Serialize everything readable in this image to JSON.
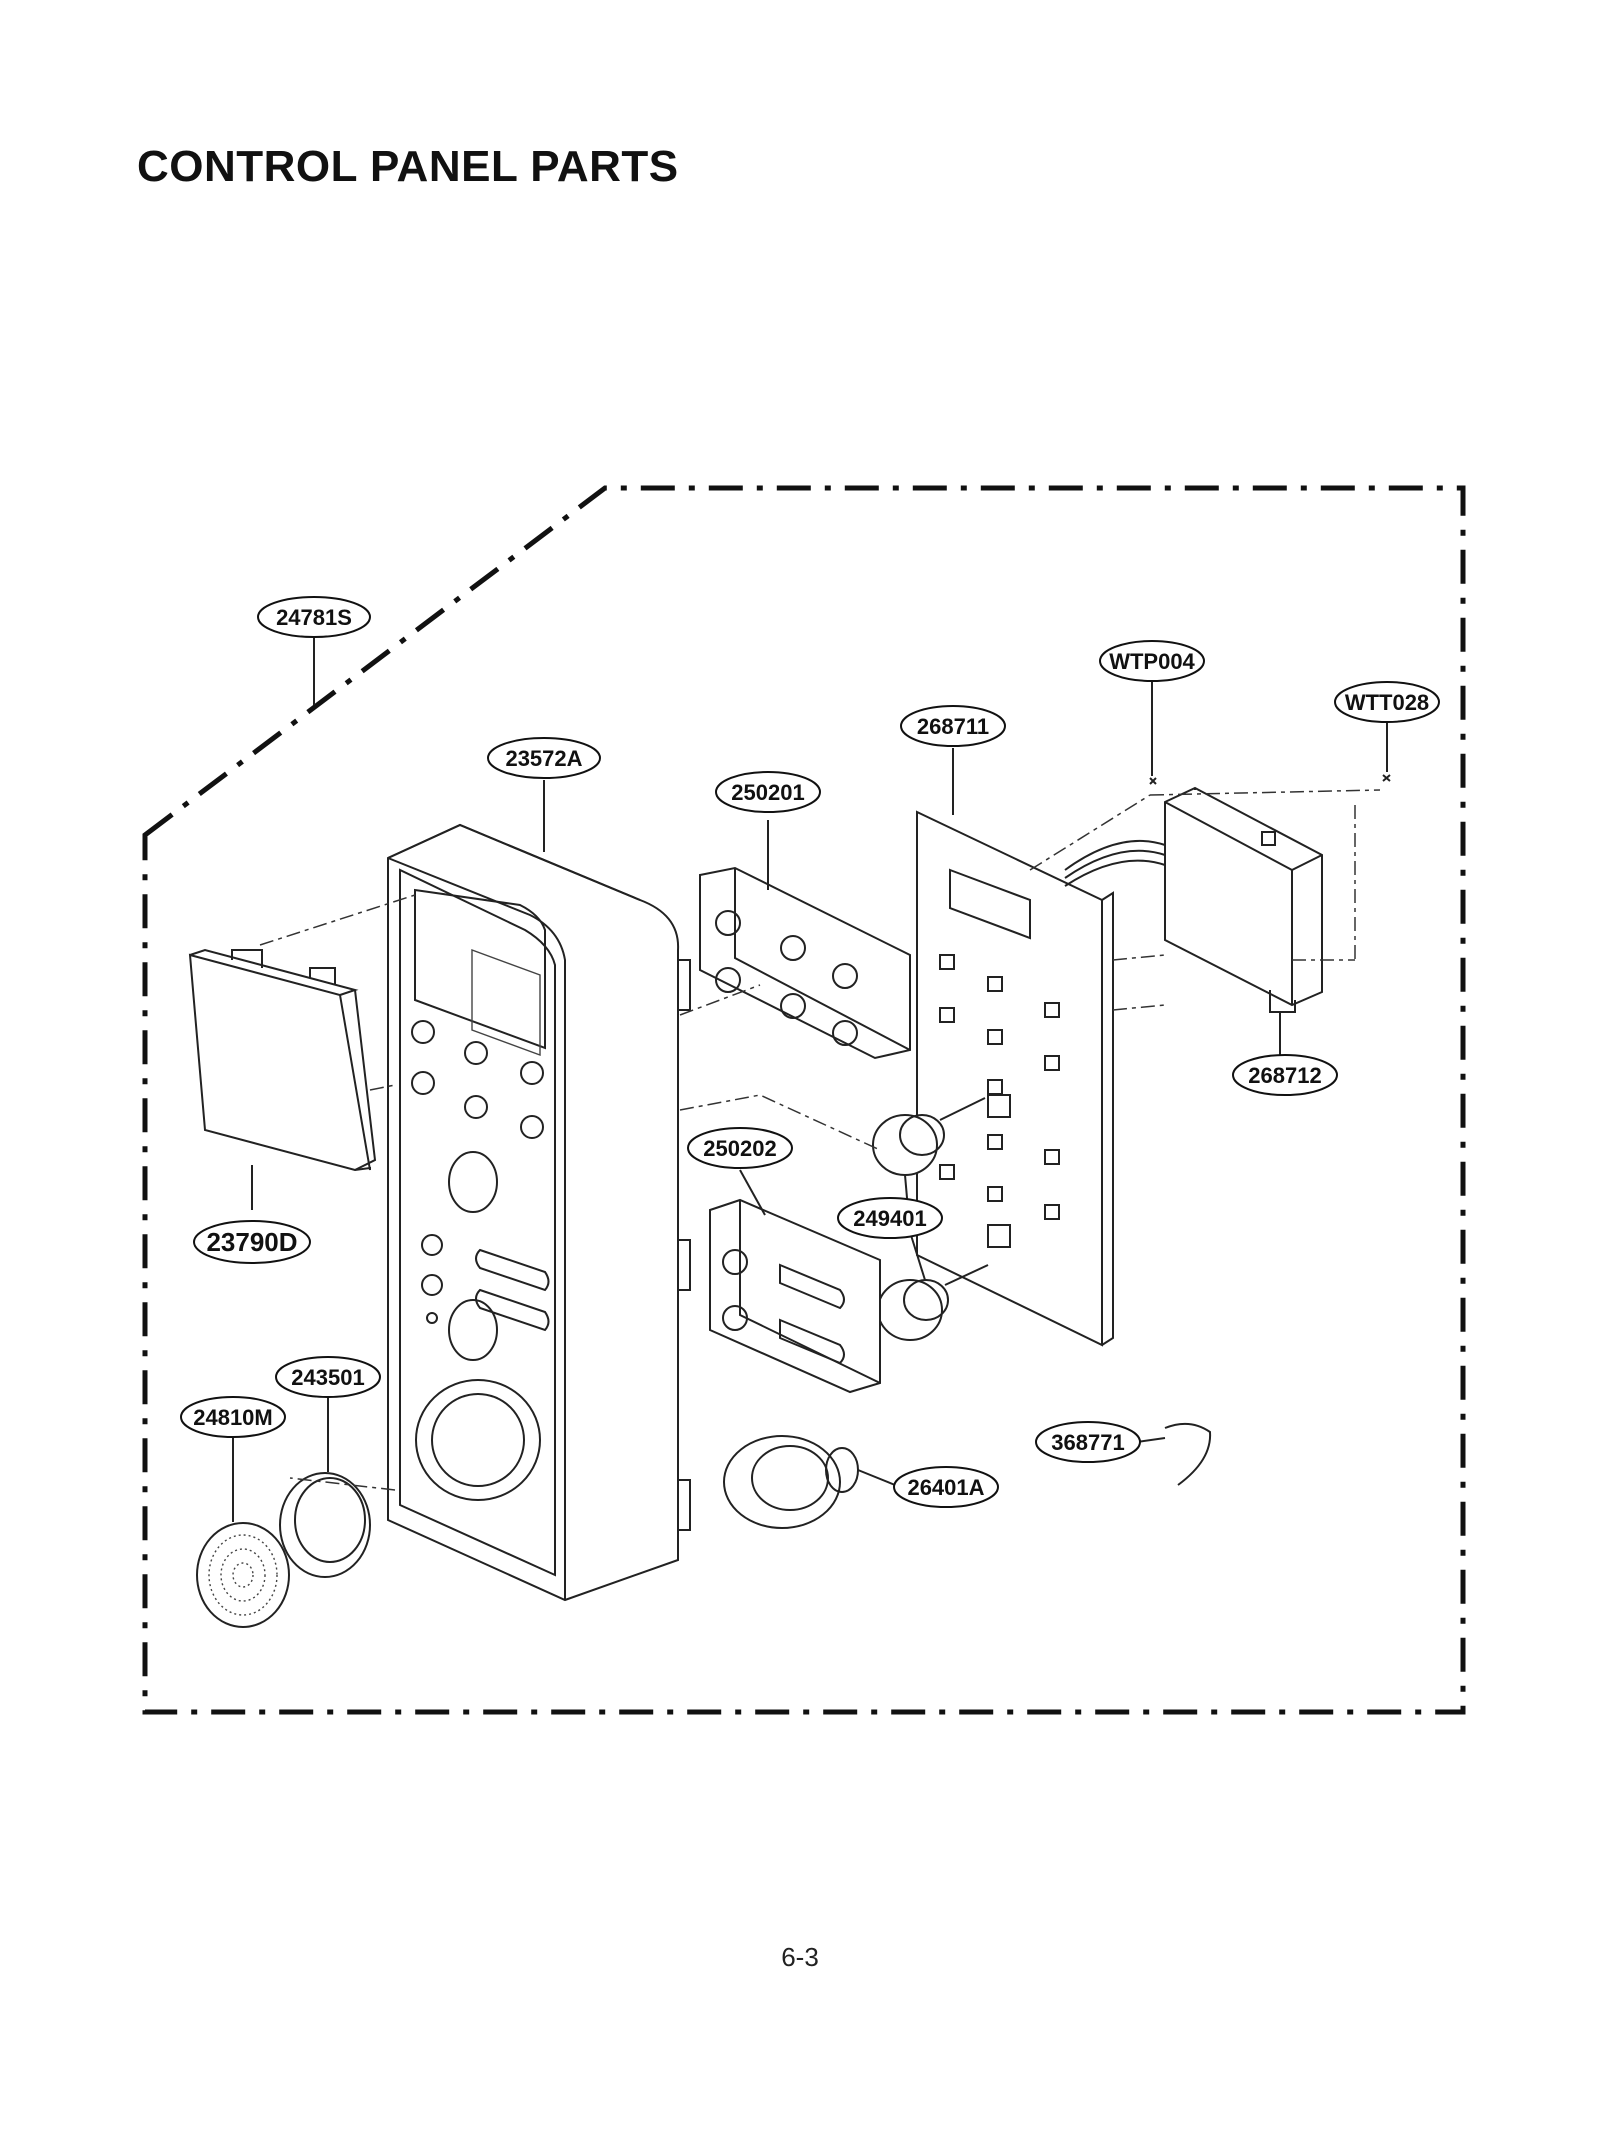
{
  "title": "CONTROL PANEL PARTS",
  "page_number": "6-3",
  "parts": {
    "frame_assembly": "24781S",
    "control_panel": "23572A",
    "door_button": "23790D",
    "knob_holder_upper": "250201",
    "knob_holder_lower": "250202",
    "knob": "249401",
    "main_pcb": "268711",
    "sub_pcb": "268712",
    "screw_pcb": "WTP004",
    "screw_sub": "WTT028",
    "speaker_ring": "243501",
    "speaker_grille": "24810M",
    "buzzer": "26401A",
    "wire_harness": "368771"
  }
}
